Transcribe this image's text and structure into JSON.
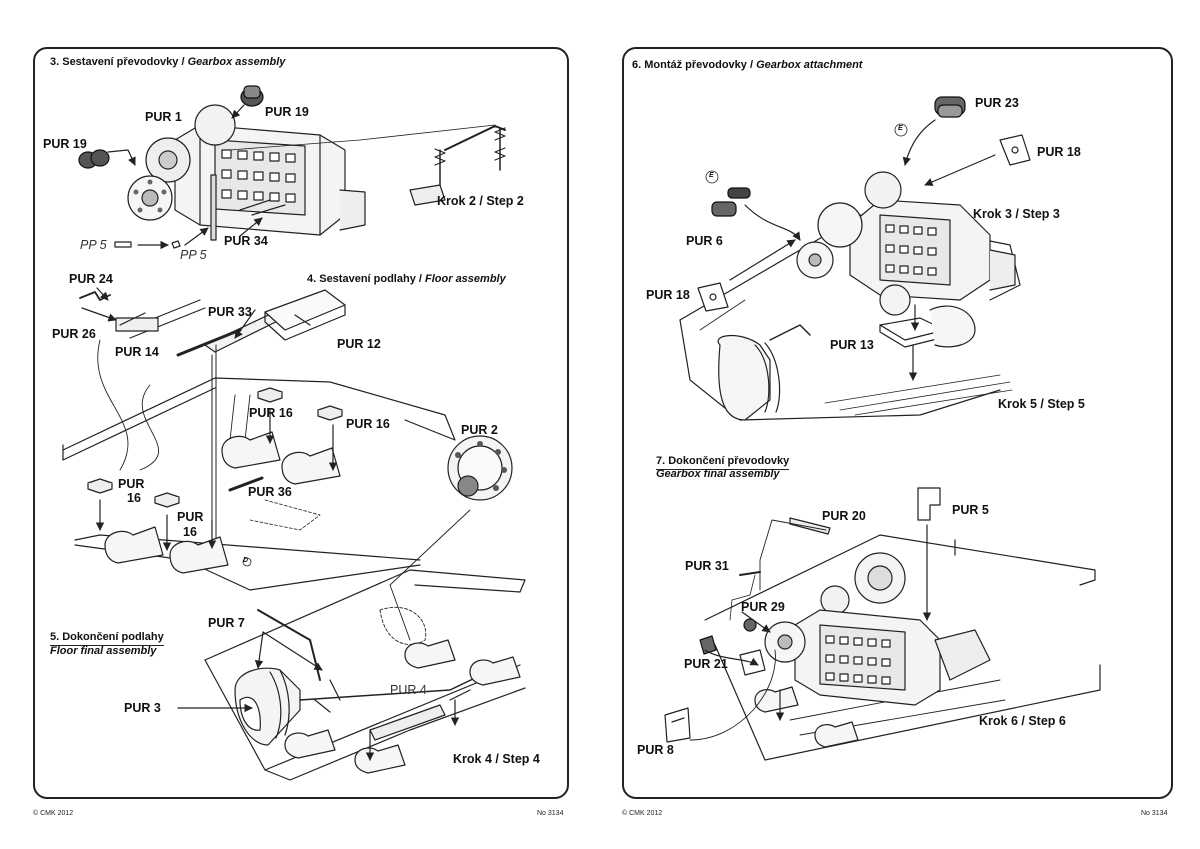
{
  "left_page": {
    "section3": {
      "title_cz": "3. Sestavení převodovky",
      "sep": "/",
      "title_en": "Gearbox assembly"
    },
    "section4": {
      "title_cz": "4. Sestavení podlahy",
      "sep": "/",
      "title_en": "Floor assembly"
    },
    "section5": {
      "title_cz": "5. Dokončení podlahy",
      "title_en": "Floor final assembly"
    },
    "labels": {
      "pur1": "PUR 1",
      "pur19a": "PUR 19",
      "pur19b": "PUR 19",
      "krok2": "Krok 2 / Step 2",
      "pp5a": "PP 5",
      "pp5b": "PP 5",
      "pur34": "PUR 34",
      "pur24": "PUR 24",
      "pur26": "PUR 26",
      "pur14": "PUR 14",
      "pur33": "PUR 33",
      "pur12": "PUR 12",
      "pur16a": "PUR 16",
      "pur16b": "PUR 16",
      "pur16c": "PUR",
      "pur16c2": "16",
      "pur16d": "PUR",
      "pur16d2": "16",
      "pur36": "PUR 36",
      "pur2": "PUR 2",
      "marker_d": "D",
      "pur7": "PUR 7",
      "pur3": "PUR 3",
      "pur4": "PUR 4",
      "krok4": "Krok 4 / Step 4"
    },
    "footer_left": "© CMK 2012",
    "footer_right": "No 3134"
  },
  "right_page": {
    "section6": {
      "title_cz": "6. Montáž převodovky",
      "sep": "/",
      "title_en": "Gearbox attachment"
    },
    "section7": {
      "title_cz": "7. Dokončení převodovky",
      "title_en": "Gearbox final assembly"
    },
    "labels": {
      "pur23": "PUR 23",
      "pur18a": "PUR 18",
      "pur6": "PUR 6",
      "krok3": "Krok 3 / Step 3",
      "pur18b": "PUR 18",
      "pur13": "PUR 13",
      "krok5": "Krok 5 / Step 5",
      "marker_e1": "E",
      "marker_e2": "E",
      "pur20": "PUR 20",
      "pur5": "PUR 5",
      "pur31": "PUR 31",
      "pur29": "PUR 29",
      "pur21": "PUR 21",
      "pur8": "PUR 8",
      "krok6": "Krok 6 / Step 6"
    },
    "footer_left": "© CMK 2012",
    "footer_right": "No 3134"
  }
}
